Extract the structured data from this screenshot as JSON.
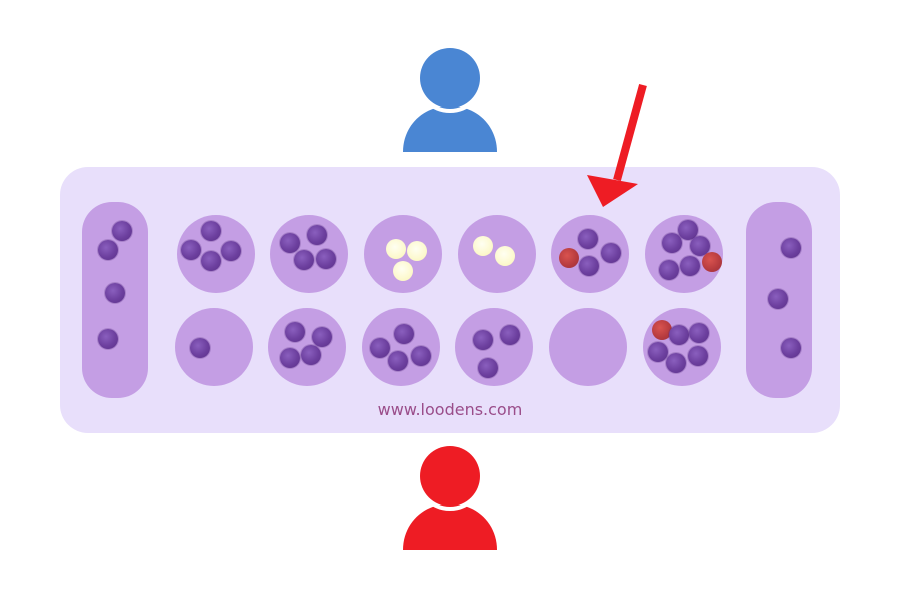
{
  "website": "www.loodens.com",
  "colors": {
    "top_player": "#4a86d3",
    "bottom_player": "#ee1c24",
    "board": "#e8dffb",
    "pit": "#c49ee4",
    "arrow": "#ee1c24"
  },
  "stores": {
    "left": {
      "seeds": 4
    },
    "right": {
      "seeds": 3
    }
  },
  "pits": {
    "top_row": [
      {
        "seeds": 4,
        "colors": [
          "purple",
          "purple",
          "purple",
          "purple"
        ]
      },
      {
        "seeds": 4,
        "colors": [
          "purple",
          "purple",
          "purple",
          "purple"
        ]
      },
      {
        "seeds": 3,
        "colors": [
          "white",
          "white",
          "white"
        ]
      },
      {
        "seeds": 2,
        "colors": [
          "white",
          "white"
        ]
      },
      {
        "seeds": 4,
        "colors": [
          "red",
          "purple",
          "purple",
          "purple"
        ],
        "highlighted": true
      },
      {
        "seeds": 6,
        "colors": [
          "purple",
          "purple",
          "purple",
          "purple",
          "purple",
          "red"
        ]
      }
    ],
    "bottom_row": [
      {
        "seeds": 1,
        "colors": [
          "purple"
        ]
      },
      {
        "seeds": 4,
        "colors": [
          "purple",
          "purple",
          "purple",
          "purple"
        ]
      },
      {
        "seeds": 4,
        "colors": [
          "purple",
          "purple",
          "purple",
          "purple"
        ]
      },
      {
        "seeds": 3,
        "colors": [
          "purple",
          "purple",
          "purple"
        ]
      },
      {
        "seeds": 0,
        "colors": []
      },
      {
        "seeds": 6,
        "colors": [
          "red",
          "purple",
          "purple",
          "purple",
          "purple",
          "purple"
        ]
      }
    ]
  },
  "icons": {
    "top_player": "user-icon",
    "bottom_player": "user-icon",
    "move_indicator": "arrow-down-left-icon"
  }
}
